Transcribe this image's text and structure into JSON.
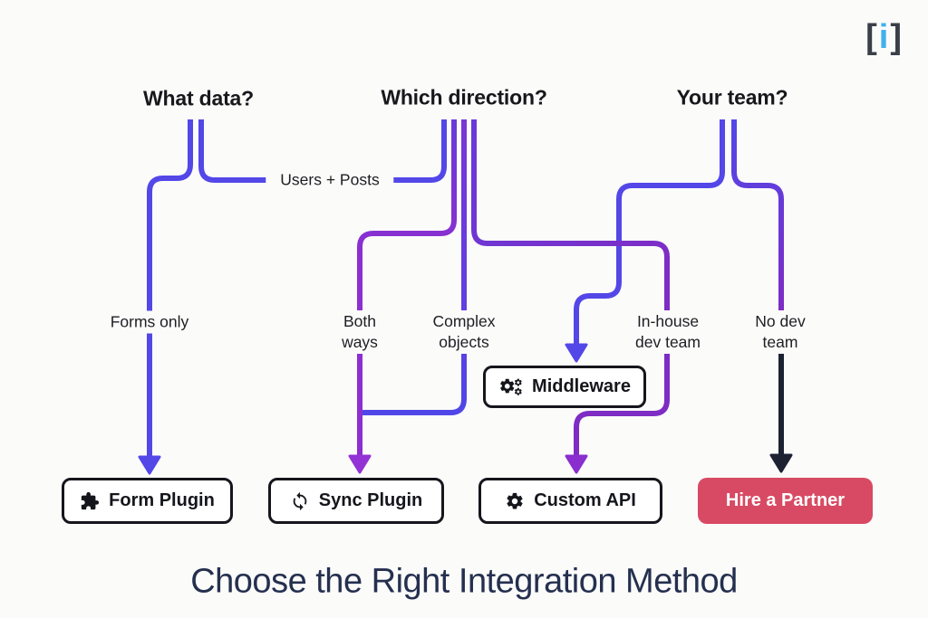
{
  "logo": {
    "left_bracket": "[",
    "letter": "i",
    "right_bracket": "]",
    "bracket_color": "#3a3f48",
    "letter_color": "#41b0ee"
  },
  "headers": [
    {
      "id": "what-data",
      "label": "What data?"
    },
    {
      "id": "which-direction",
      "label": "Which direction?"
    },
    {
      "id": "your-team",
      "label": "Your team?"
    }
  ],
  "edge_labels": {
    "users_posts": "Users + Posts",
    "forms_only": "Forms only",
    "both_ways": {
      "line1": "Both",
      "line2": "ways"
    },
    "complex_objects": {
      "line1": "Complex",
      "line2": "objects"
    },
    "in_house": {
      "line1": "In-house",
      "line2": "dev team"
    },
    "no_dev": {
      "line1": "No dev",
      "line2": "team"
    }
  },
  "nodes": {
    "middleware": {
      "label": "Middleware",
      "icon": "gears-icon"
    },
    "form_plugin": {
      "label": "Form Plugin",
      "icon": "puzzle-icon"
    },
    "sync_plugin": {
      "label": "Sync Plugin",
      "icon": "sync-icon"
    },
    "custom_api": {
      "label": "Custom API",
      "icon": "gear-icon"
    },
    "hire_partner": {
      "label": "Hire a Partner",
      "icon": "none",
      "background": "#d84a63",
      "text_color": "#ffffff"
    }
  },
  "edges": [
    {
      "from": "What data?",
      "label": "Users + Posts",
      "to": "Which direction?"
    },
    {
      "from": "What data?",
      "label": "Forms only",
      "to": "Form Plugin"
    },
    {
      "from": "Which direction?",
      "label": "Both ways",
      "to": "Sync Plugin"
    },
    {
      "from": "Which direction?",
      "label": "Complex objects",
      "to": "Sync Plugin"
    },
    {
      "from": "Which direction?",
      "label": "In-house dev team",
      "to": "Custom API"
    },
    {
      "from": "Your team?",
      "label": "In-house dev team",
      "to": "Middleware"
    },
    {
      "from": "Your team?",
      "label": "No dev team",
      "to": "Hire a Partner"
    }
  ],
  "title": {
    "text": "Choose the Right Integration Method",
    "color": "#25304f"
  },
  "colors": {
    "blue_line": "#5347e8",
    "purple_line": "#8a2ec9",
    "deep_purple_line": "#7e2cc4",
    "black_line": "#1d2233",
    "node_border": "#15151c",
    "partner_red": "#d84a63",
    "background": "#fbfbfa"
  }
}
